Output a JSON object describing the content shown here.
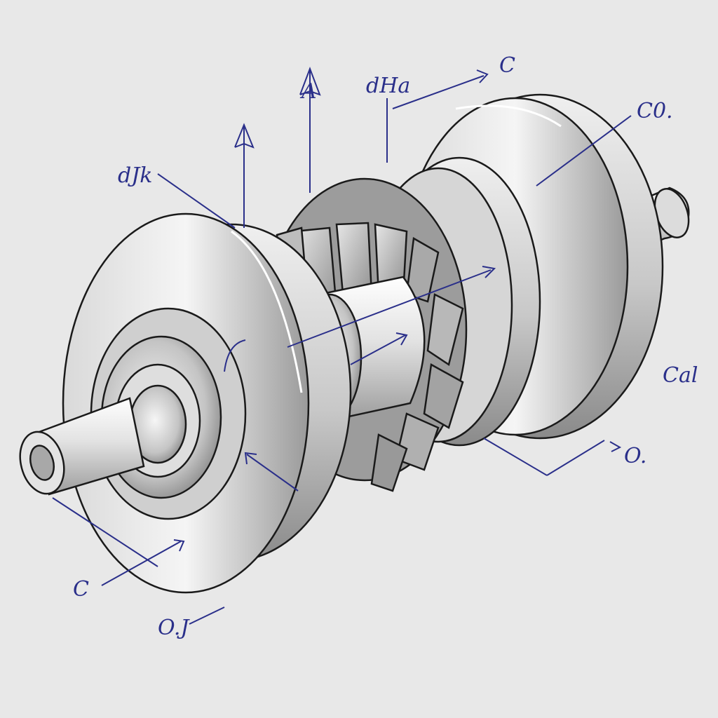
{
  "labels": {
    "top_a": "A",
    "top_dha": "dHa",
    "top_c": "C",
    "right_c0": "C0.",
    "left_odk": "dJk",
    "right_cal": "Cal",
    "right_bottom_o": "O.",
    "left_c": "C",
    "bottom_left_o": "O.J"
  },
  "colors": {
    "background": "#e8e8e8",
    "annotation": "#2a2f8a",
    "metal_light": "#f4f4f4",
    "metal_mid": "#bdbdbd",
    "metal_dark": "#7d7d7d",
    "outline": "#1a1a1a"
  }
}
